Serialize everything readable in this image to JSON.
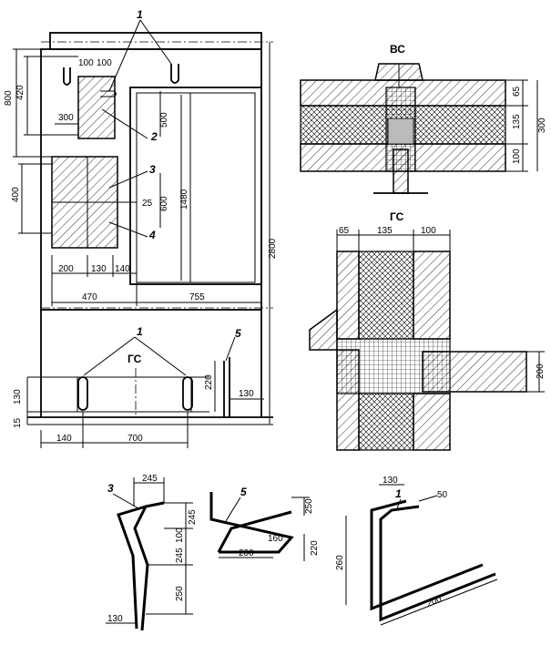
{
  "labels": {
    "l1_top": "1",
    "l1_gs": "1",
    "l1_det": "1",
    "l3_plan": "3",
    "l3_det": "3",
    "l4": "4",
    "l5_plan": "5",
    "l5_det": "5"
  },
  "sections": {
    "vs": "ВС",
    "gs": "ГС",
    "gs_elev": "ГС"
  },
  "dims": {
    "d100a": "100",
    "d100b": "100",
    "d420": "420",
    "d300": "300",
    "d800": "800",
    "d500": "500",
    "d400": "400",
    "d600": "600",
    "d25": "25",
    "d1480": "1480",
    "d2800": "2800",
    "d200": "200",
    "d130": "130",
    "d140": "140",
    "d470": "470",
    "d755": "755",
    "e130": "130",
    "e15": "15",
    "e220": "220",
    "e130b": "130",
    "e140": "140",
    "e700": "700",
    "vs65": "65",
    "vs135": "135",
    "vs100": "100",
    "vs300": "300",
    "gs65": "65",
    "gs135": "135",
    "gs100": "100",
    "gs200": "200",
    "k245a": "245",
    "k245b": "245",
    "k100": "100",
    "k245c": "245",
    "k250": "250",
    "k130": "130",
    "m250": "250",
    "m160": "160",
    "m220": "220",
    "m200": "200",
    "p130": "130",
    "p50": "50",
    "p260": "260",
    "p200": "200"
  }
}
